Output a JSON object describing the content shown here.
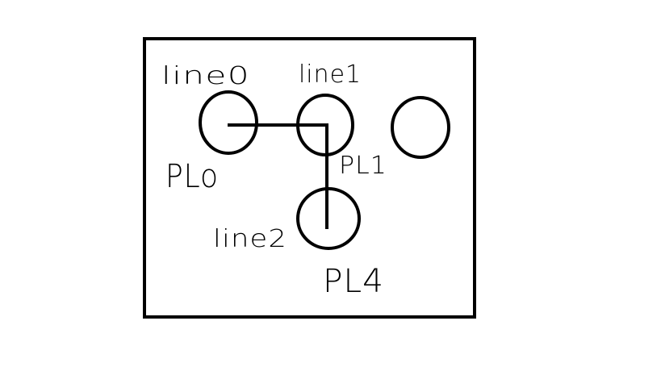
{
  "labels": {
    "top_left": "line0",
    "top_middle": "line1",
    "lower_middle": "line2",
    "node_left": "PLo",
    "node_middle": "PL1",
    "node_bottom": "PL4"
  },
  "colors": {
    "ink": "#000000",
    "background": "#ffffff"
  }
}
